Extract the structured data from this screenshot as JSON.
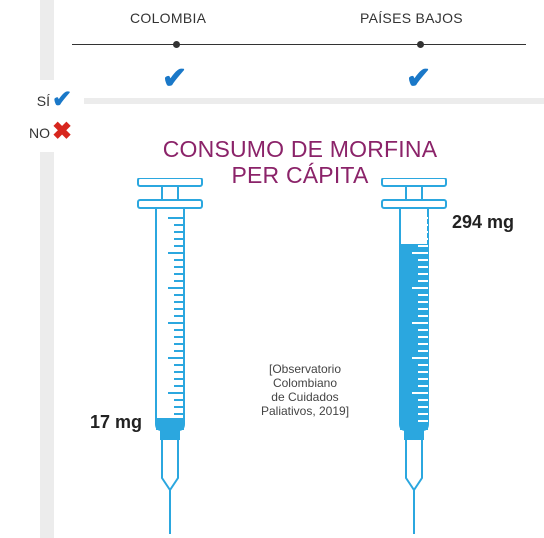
{
  "countries": [
    {
      "name": "COLOMBIA",
      "available": true
    },
    {
      "name": "PAÍSES BAJOS",
      "available": true
    }
  ],
  "legend": {
    "yes_label": "SÍ",
    "no_label": "NO",
    "yes_icon": "check-icon",
    "no_icon": "cross-icon"
  },
  "morphine": {
    "title_line1": "CONSUMO DE MORFINA",
    "title_line2": "PER CÁPITA",
    "unit": "mg",
    "items": [
      {
        "country": "COLOMBIA",
        "value": 17,
        "label": "17 mg"
      },
      {
        "country": "PAÍSES BAJOS",
        "value": 294,
        "label": "294 mg"
      }
    ],
    "source_lines": [
      "[Observatorio",
      "Colombiano",
      "de Cuidados",
      "Paliativos, 2019]"
    ]
  },
  "colors": {
    "accent": "#1a78c8",
    "fluid": "#2ba7df",
    "outline": "#2ba7df",
    "title": "#8b2369",
    "no_mark": "#d7261e",
    "background": "#ececec"
  }
}
